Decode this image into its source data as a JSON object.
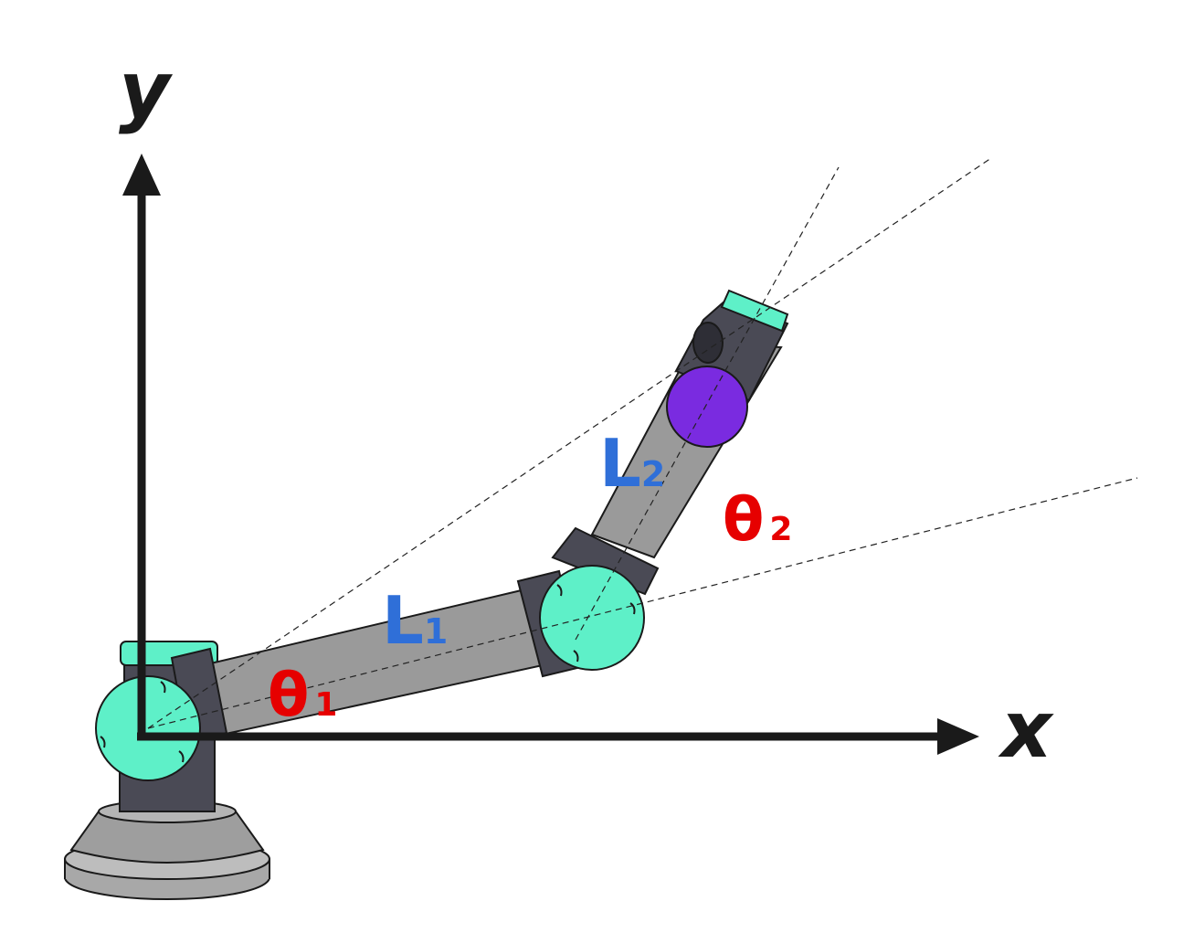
{
  "axes": {
    "x_label": "x",
    "y_label": "y"
  },
  "links": [
    {
      "name": "L",
      "subscript": "1"
    },
    {
      "name": "L",
      "subscript": "2"
    }
  ],
  "angles": [
    {
      "symbol": "θ",
      "subscript": "1"
    },
    {
      "symbol": "θ",
      "subscript": "2"
    }
  ],
  "colors": {
    "axis": "#1a1a1a",
    "link_label": "#2f6fd8",
    "angle_label": "#e60000",
    "joint": "#5ef0c8",
    "end_effector": "#7a2be0",
    "arm_segment": "#9a9a9a",
    "joint_housing": "#4a4a55",
    "base": "#a8a8a8"
  },
  "icons": {
    "joint": "joint-icon",
    "end_effector": "end-effector-icon",
    "base": "robot-base-icon"
  }
}
